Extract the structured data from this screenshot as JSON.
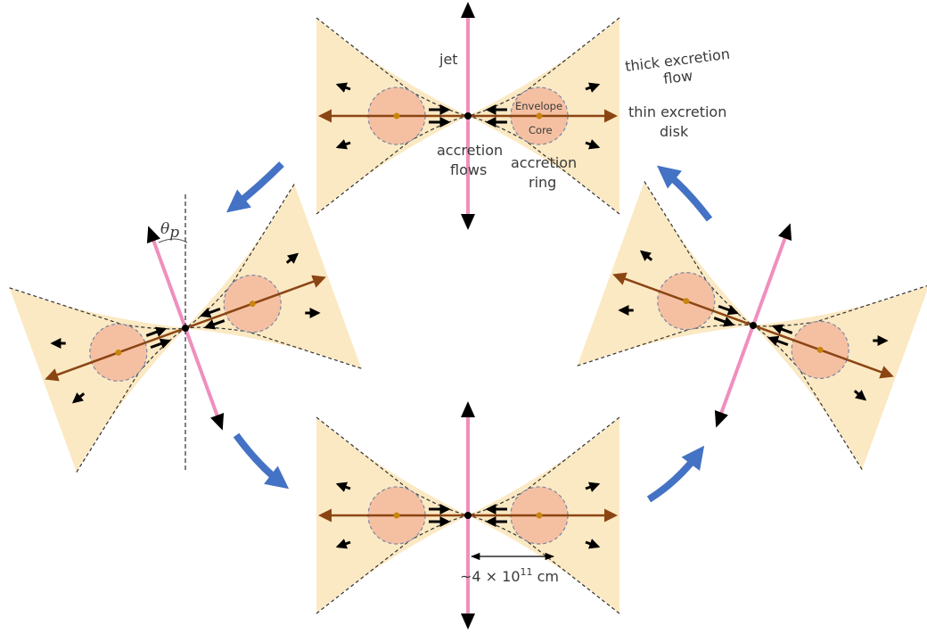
{
  "labels": {
    "jet": "jet",
    "thick_excretion_flow_1": "thick excretion",
    "thick_excretion_flow_2": "flow",
    "thin_excretion_disk_1": "thin excretion",
    "thin_excretion_disk_2": "disk",
    "envelope": "Envelope",
    "core": "Core",
    "accretion_flows_1": "accretion",
    "accretion_flows_2": "flows",
    "accretion_ring_1": "accretion",
    "accretion_ring_2": "ring",
    "theta_p": "θp",
    "theta_symbol": "θ",
    "theta_subscript": "p",
    "scale": "~4 × 10",
    "scale_exp": "11",
    "scale_unit": " cm"
  },
  "colors": {
    "cone_fill": "#fbe9c3",
    "cone_stroke": "#333333",
    "disk_line": "#8b4513",
    "jet": "#ef8fbd",
    "envelope_fill": "#f5c0a2",
    "envelope_stroke": "#7b86a3",
    "core_dot": "#c8860e",
    "precession_arrow": "#4472c4",
    "arrow": "#000000"
  }
}
